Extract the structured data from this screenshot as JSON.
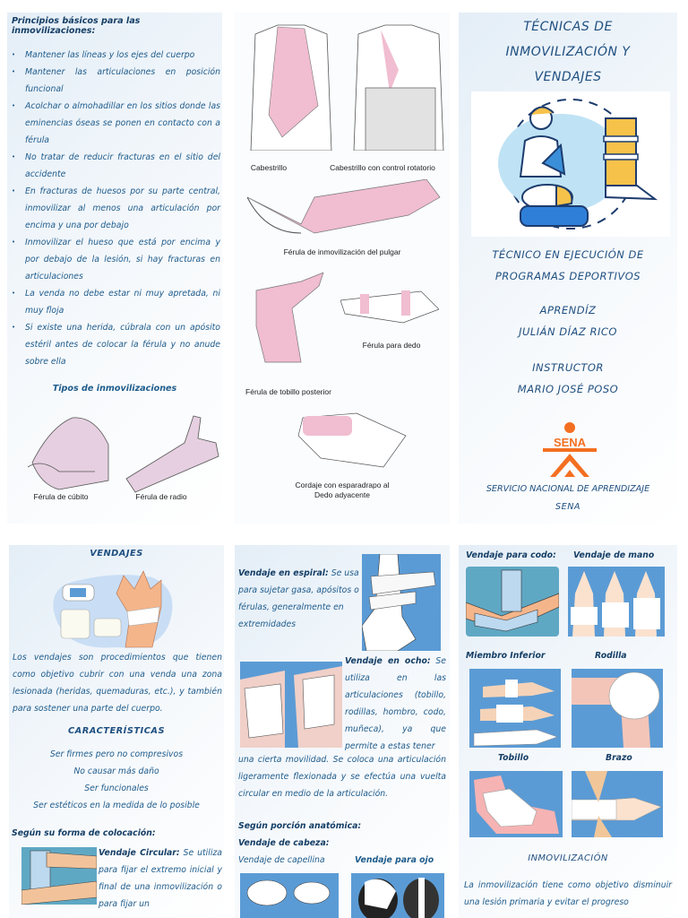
{
  "panel1": {
    "heading": "Principios básicos para las inmovilizaciones:",
    "principles": [
      "Mantener las líneas y los ejes del cuerpo",
      "Mantener las articulaciones en posición funcional",
      "Acolchar o almohadillar en los sitios donde las eminencias óseas se ponen en contacto con a férula",
      "No tratar de reducir fracturas en el sitio del accidente",
      "En fracturas de huesos por su parte central, inmovilizar al menos una articulación por encima y una por debajo",
      "Inmovilizar el hueso que está por encima y por debajo de la lesión, si hay fracturas en articulaciones",
      "La venda no debe estar ni muy apretada, ni muy floja",
      "Si existe una herida, cúbrala con un apósito estéril antes de colocar la férula y no anude sobre ella"
    ],
    "types_heading": "Tipos de inmovilizaciones",
    "captions": [
      "Férula de cúbito",
      "Férula de radio"
    ]
  },
  "panel2": {
    "captions": {
      "sling": "Cabestrillo",
      "sling_rotary": "Cabestrillo con control rotatorio",
      "thumb": "Férula de inmovilización del pulgar",
      "finger": "Férula para dedo",
      "ankle": "Férula de tobillo posterior",
      "buddy_tape": "Cordaje con esparadrapo al Dedo adyacente"
    }
  },
  "cover": {
    "title_lines": [
      "TÉCNICAS DE",
      "INMOVILIZACIÓN Y",
      "VENDAJES"
    ],
    "program_lines": [
      "TÉCNICO EN EJECUCIÓN DE",
      "PROGRAMAS DEPORTIVOS"
    ],
    "apprentice_label": "APRENDÍZ",
    "apprentice_name": "JULIÁN DÍAZ RICO",
    "instructor_label": "INSTRUCTOR",
    "instructor_name": "MARIO JOSÉ POSO",
    "logo_text": "SENA",
    "institution_lines": [
      "SERVICIO NACIONAL DE APRENDIZAJE",
      "SENA"
    ]
  },
  "panel4": {
    "title": "VENDAJES",
    "intro": "Los vendajes son procedimientos que tienen como objetivo cubrir con una venda una zona lesionada (heridas, quemaduras, etc.), y también para sostener una parte del cuerpo.",
    "characteristics_title": "CARACTERÍSTICAS",
    "characteristics": [
      "Ser firmes pero no compresivos",
      "No causar más daño",
      "Ser funcionales",
      "Ser estéticos en la medida de lo posible"
    ],
    "placement_heading": "Según su forma de colocación:",
    "circular_label": "Vendaje Circular:",
    "circular_text": "Se utiliza para fijar el extremo inicial y final de una inmovilización o para fijar un"
  },
  "panel5": {
    "spiral_label": "Vendaje en espiral:",
    "spiral_text": "Se usa para sujetar gasa, apósitos o férulas, generalmente en extremidades",
    "eight_label": "Vendaje en ocho:",
    "eight_text_side": "Se utiliza en las articulaciones (tobillo, rodillas, hombro, codo, muñeca), ya que permite a estas tener",
    "eight_text_full": "una cierta movilidad. Se coloca una articulación ligeramente flexionada y se efectúa una vuelta circular en medio de la articulación.",
    "anatomic_heading": "Según porción anatómica:",
    "head_heading": "Vendaje de cabeza:",
    "capellina": "Vendaje de capellina",
    "eye": "Vendaje para ojo"
  },
  "panel6": {
    "elbow": "Vendaje para codo:",
    "hand": "Vendaje de mano",
    "lower_limb": "Miembro Inferior",
    "knee": "Rodilla",
    "ankle": "Tobillo",
    "arm": "Brazo",
    "immob_title": "INMOVILIZACIÓN",
    "immob_text": "La inmovilización tiene como objetivo disminuir una lesión primaria y evitar el progreso"
  },
  "colors": {
    "text_blue": "#1f5c8c",
    "heading_blue": "#163f66",
    "sena_orange": "#f36f21",
    "image_blue": "#5b9bd5",
    "bandage_pink": "#f1bdd0"
  }
}
